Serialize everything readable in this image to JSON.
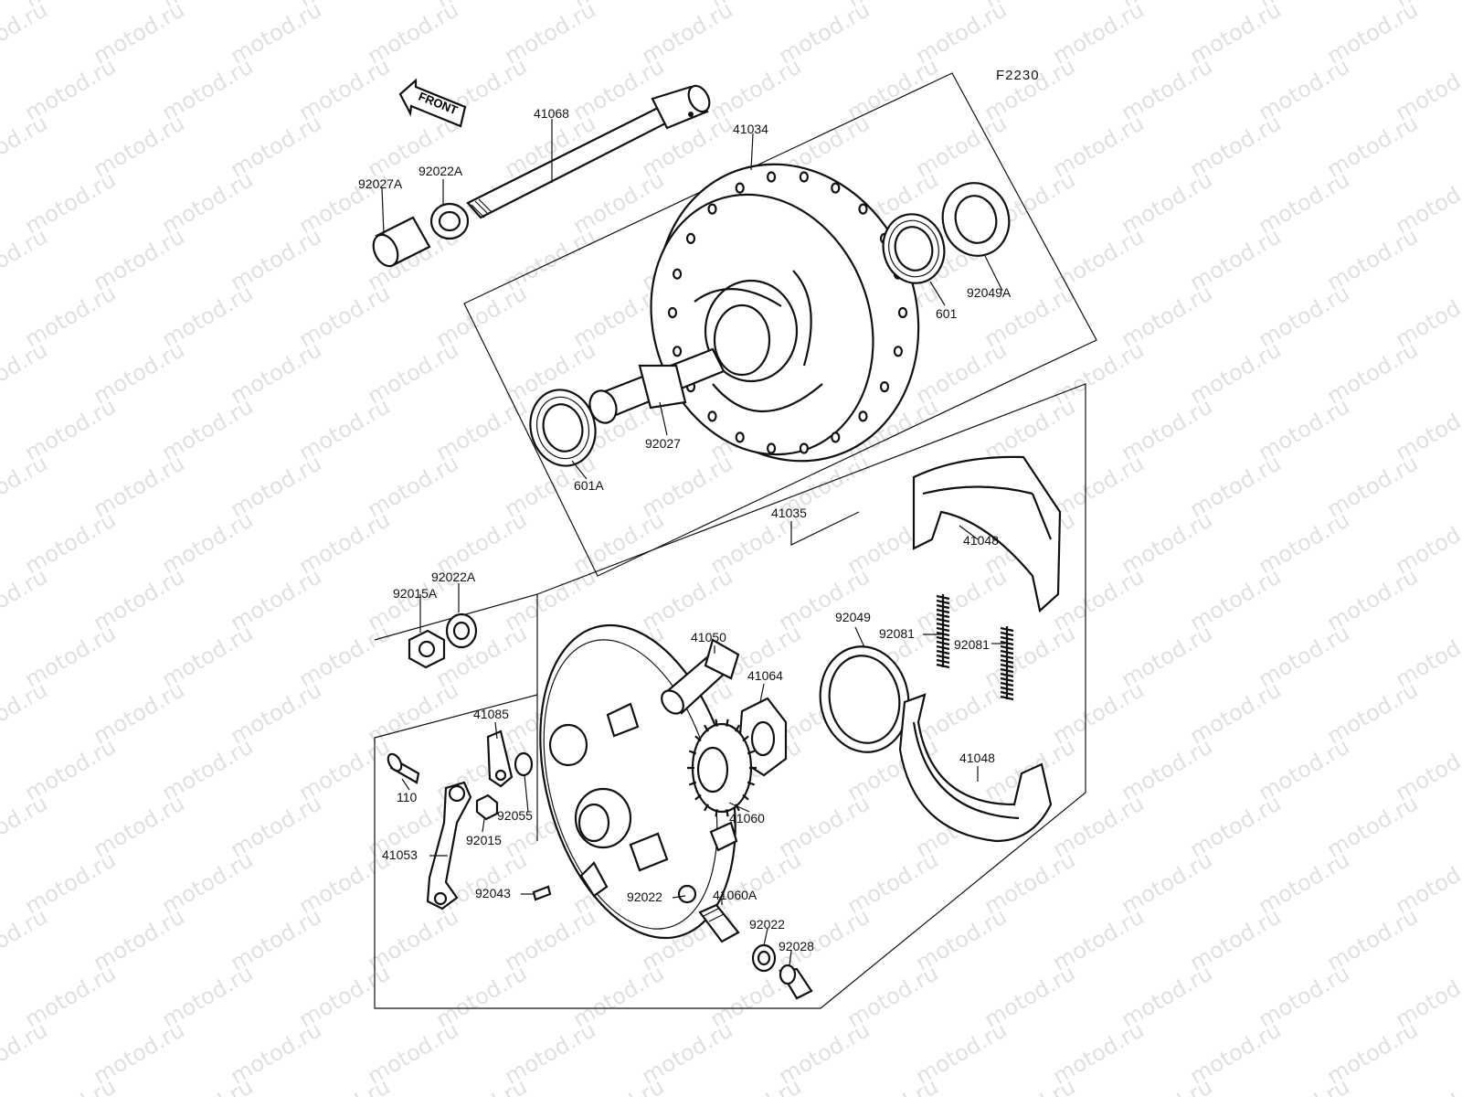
{
  "drawing_code": "F2230",
  "front_arrow": "FRONT",
  "watermark_text": "motod.ru",
  "callouts": {
    "p41068": "41068",
    "p41034": "41034",
    "p92022A_top": "92022A",
    "p92027A": "92027A",
    "p601": "601",
    "p92049A": "92049A",
    "p92027": "92027",
    "p601A": "601A",
    "p41035": "41035",
    "p41048_top": "41048",
    "p92022A_mid": "92022A",
    "p92015A": "92015A",
    "p92049": "92049",
    "p92081_left": "92081",
    "p92081_right": "92081",
    "p41050": "41050",
    "p41064": "41064",
    "p41085": "41085",
    "p110": "110",
    "p92055": "92055",
    "p92015": "92015",
    "p41060": "41060",
    "p41053": "41053",
    "p41048_bottom": "41048",
    "p92043": "92043",
    "p92022_left": "92022",
    "p41060A": "41060A",
    "p92022_right": "92022",
    "p92028": "92028"
  }
}
